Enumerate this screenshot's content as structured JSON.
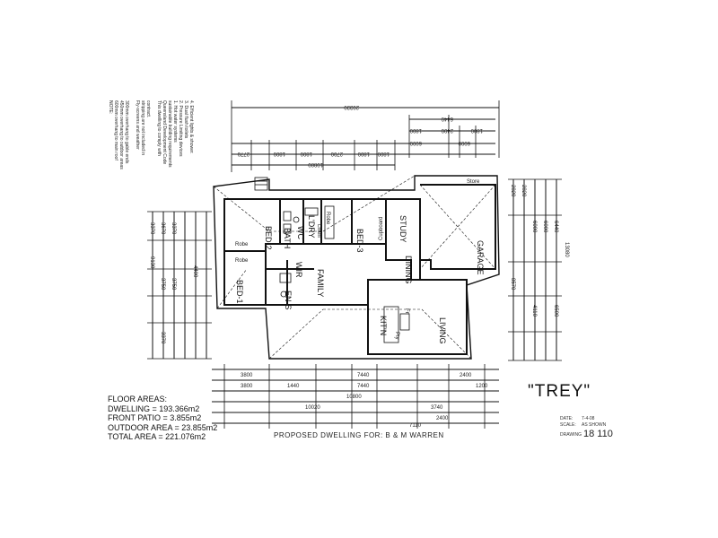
{
  "plan": {
    "rooms": {
      "bed2": "BED-2",
      "bath": "BATH",
      "wc": "WC",
      "ldry": "L'DRY",
      "bed3": "BED-3",
      "study": "STUDY",
      "garage": "GARAGE",
      "bed1": "BED-1",
      "wir": "WIR",
      "ens": "EN-S",
      "family": "FAMILY",
      "dining": "DINING",
      "kitn": "KIT'N",
      "living": "LIVING",
      "robe_bed2": "Robe",
      "robe_bed1": "Robe",
      "robe_ldry": "Robe",
      "linen": "Linen",
      "cupboard": "Cupboard",
      "store": "Store",
      "pantry": "Pty",
      "fridge": "Fr"
    },
    "top_dims": {
      "overall": "20330",
      "row1": [
        "6440"
      ],
      "row2": [
        "1800",
        "2400",
        "1800"
      ],
      "row3": [
        "6000",
        "6000"
      ],
      "row4": [
        "2770",
        "1800",
        "1800",
        "2700",
        "1800",
        "1800"
      ],
      "row5": [
        "10880"
      ]
    },
    "bottom_dims": {
      "row1": [
        "3800",
        "7440",
        "2400"
      ],
      "row2": [
        "3800",
        "1440",
        "7440",
        "1200"
      ],
      "row3": [
        "10800"
      ],
      "row4": [
        "10020",
        "3740"
      ],
      "row5": [
        "2400",
        "7110"
      ]
    },
    "left_dims": [
      "3370",
      "3670",
      "3370",
      "9130",
      "3750",
      "3750",
      "4400",
      "3370"
    ],
    "right_dims": [
      "2820",
      "2820",
      "6000",
      "6000",
      "6440",
      "13080",
      "8570",
      "4110",
      "6500"
    ]
  },
  "notes": {
    "lines": [
      "NOTE:",
      "600mm overhang to main roof",
      "450mm overhang to outdoor areas",
      "300mm overhang to gable ends",
      "",
      "Fly-screens and weather",
      "stripping are not included in",
      "contract.",
      "",
      "This dwelling to comply with",
      "Queensland Development Code",
      "sustainable building requirements",
      "1. Hot water systems",
      "2. Pressure Limiting devices",
      "3. Dual flush toilets",
      "4. Efficient lights & shower."
    ]
  },
  "areas": {
    "heading": "FLOOR AREAS:",
    "dwelling": "DWELLING = 193.366m2",
    "front_patio": "FRONT PATIO = 3.855m2",
    "outdoor": "OUTDOOR AREA = 23.855m2",
    "total": "TOTAL AREA = 221.076m2"
  },
  "title": "\"TREY\"",
  "proposed": "PROPOSED DWELLING FOR: B & M WARREN",
  "title_block": {
    "date_label": "DATE:",
    "date_value": "7-4-08",
    "scale_label": "SCALE:",
    "scale_value": "AS SHOWN",
    "drawing_label": "DRAWING",
    "drawing_no": "18 110"
  }
}
